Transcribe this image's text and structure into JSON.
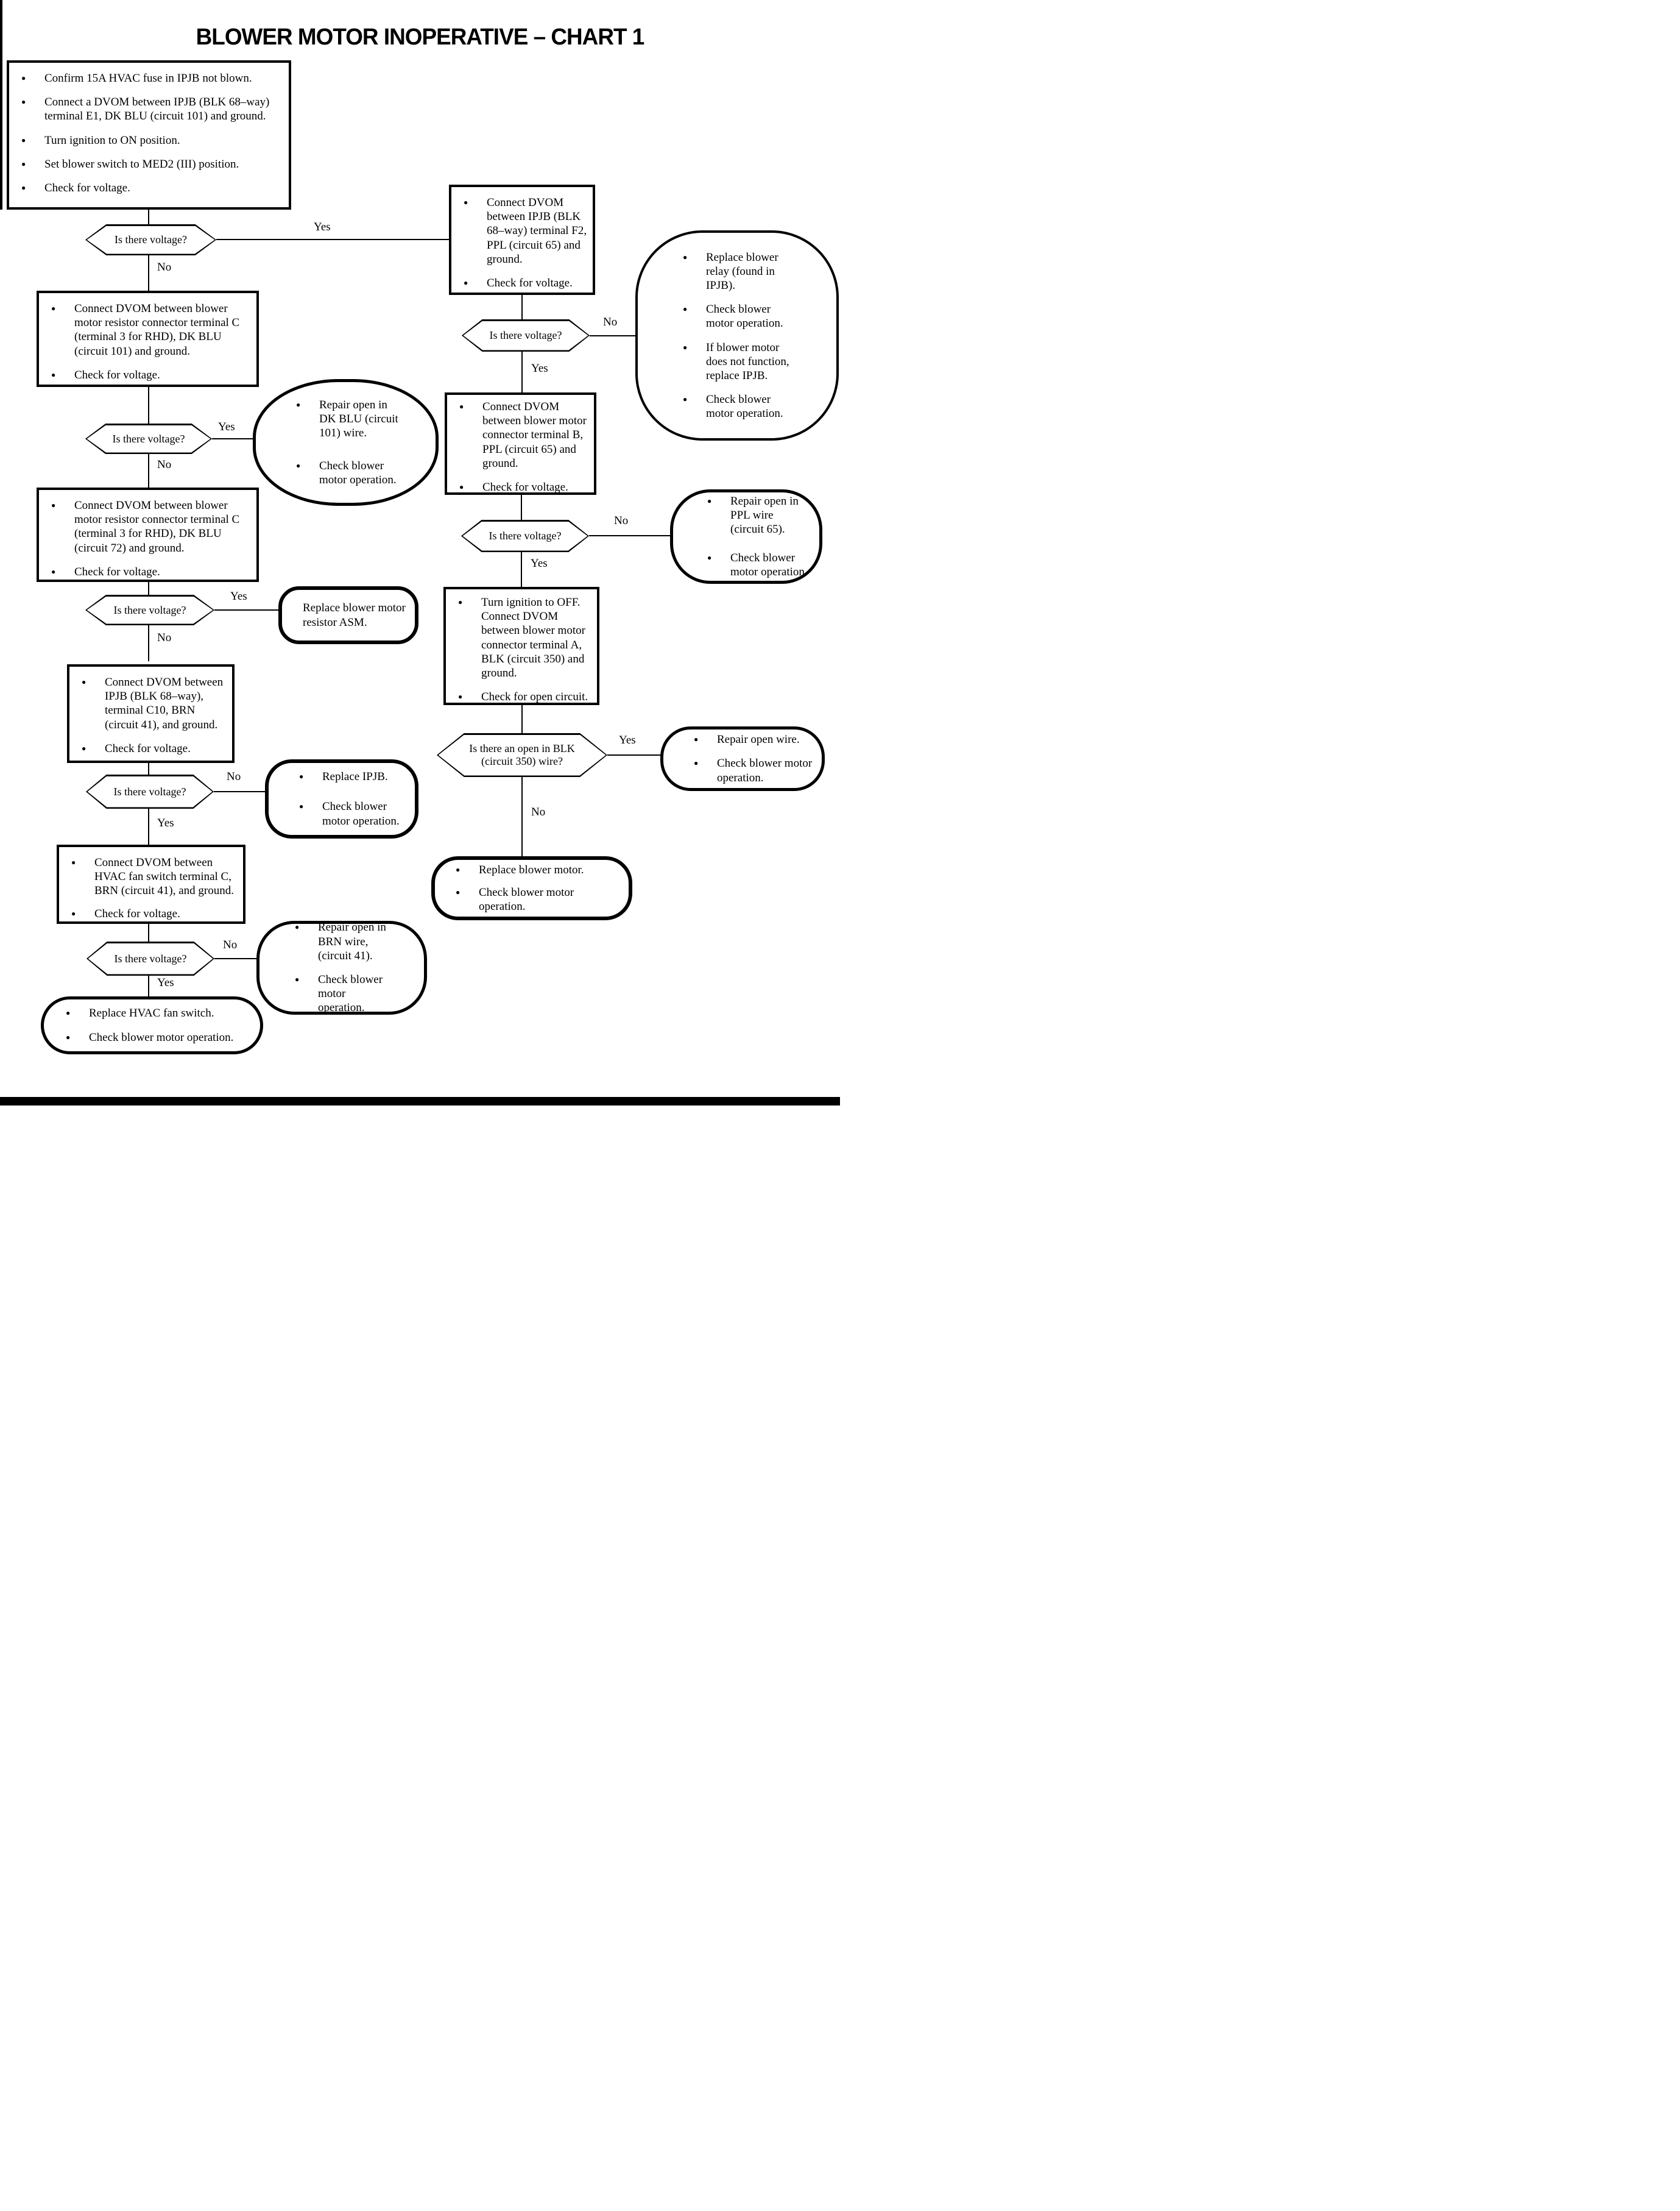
{
  "title": "BLOWER MOTOR INOPERATIVE – CHART 1",
  "labels": {
    "yes": "Yes",
    "no": "No"
  },
  "nodes": {
    "start": {
      "items": [
        "Confirm 15A HVAC fuse in IPJB not blown.",
        "Connect a DVOM between IPJB (BLK 68–way) terminal E1, DK BLU (circuit 101) and ground.",
        "Turn ignition to ON position.",
        "Set blower switch to MED2 (III) position.",
        "Check for voltage."
      ]
    },
    "q1": {
      "q": "Is there voltage?"
    },
    "box_resistor_101": {
      "items": [
        "Connect DVOM between blower motor resistor connector terminal C (terminal 3 for RHD), DK BLU (circuit 101) and ground.",
        "Check for voltage."
      ]
    },
    "q2": {
      "q": "Is there voltage?"
    },
    "oval_dkblu": {
      "items": [
        "Repair open in DK BLU (circuit 101) wire.",
        "Check blower motor operation."
      ]
    },
    "box_resistor_72": {
      "items": [
        "Connect DVOM between blower motor resistor connector terminal C (terminal 3 for RHD), DK BLU (circuit 72) and ground.",
        "Check for voltage."
      ]
    },
    "q3": {
      "q": "Is there voltage?"
    },
    "oval_asm": {
      "text": "Replace blower motor resistor ASM."
    },
    "box_ipjb_c10": {
      "items": [
        "Connect DVOM between IPJB (BLK 68–way), terminal C10, BRN (circuit 41), and ground.",
        "Check for voltage."
      ]
    },
    "q4": {
      "q": "Is there voltage?"
    },
    "oval_ipjb": {
      "items": [
        "Replace IPJB.",
        "Check blower motor operation."
      ]
    },
    "box_fan_switch": {
      "items": [
        "Connect DVOM between HVAC fan switch terminal C, BRN (circuit 41), and ground.",
        "Check for voltage."
      ]
    },
    "q5": {
      "q": "Is there voltage?"
    },
    "oval_brn": {
      "items": [
        "Repair open in BRN wire, (circuit 41).",
        "Check blower motor operation."
      ]
    },
    "oval_replace_fan": {
      "items": [
        "Replace HVAC fan switch.",
        "Check blower motor operation."
      ]
    },
    "box_ipjb_f2": {
      "items": [
        "Connect DVOM between IPJB (BLK 68–way) terminal F2, PPL (circuit 65) and ground.",
        "Check for voltage."
      ]
    },
    "qr1": {
      "q": "Is there voltage?"
    },
    "oval_relay": {
      "items": [
        "Replace blower relay (found in IPJB).",
        "Check blower motor operation.",
        "If blower motor does not function, replace IPJB.",
        "Check blower motor operation."
      ]
    },
    "box_motor_b": {
      "items": [
        "Connect DVOM between blower motor connector terminal B, PPL (circuit 65) and ground.",
        "Check for voltage."
      ]
    },
    "qr2": {
      "q": "Is there voltage?"
    },
    "oval_ppl": {
      "items": [
        "Repair open in PPL wire (circuit 65).",
        "Check blower motor operation"
      ]
    },
    "box_motor_a": {
      "items": [
        "Turn ignition to OFF. Connect DVOM between blower motor connector terminal A, BLK (circuit 350) and ground.",
        "Check for open circuit."
      ]
    },
    "qr3": {
      "q": "Is there an open in BLK (circuit 350) wire?"
    },
    "oval_repair_wire": {
      "items": [
        "Repair open wire.",
        "Check blower motor operation."
      ]
    },
    "oval_replace_motor": {
      "items": [
        "Replace blower motor.",
        "Check blower motor operation."
      ]
    }
  }
}
